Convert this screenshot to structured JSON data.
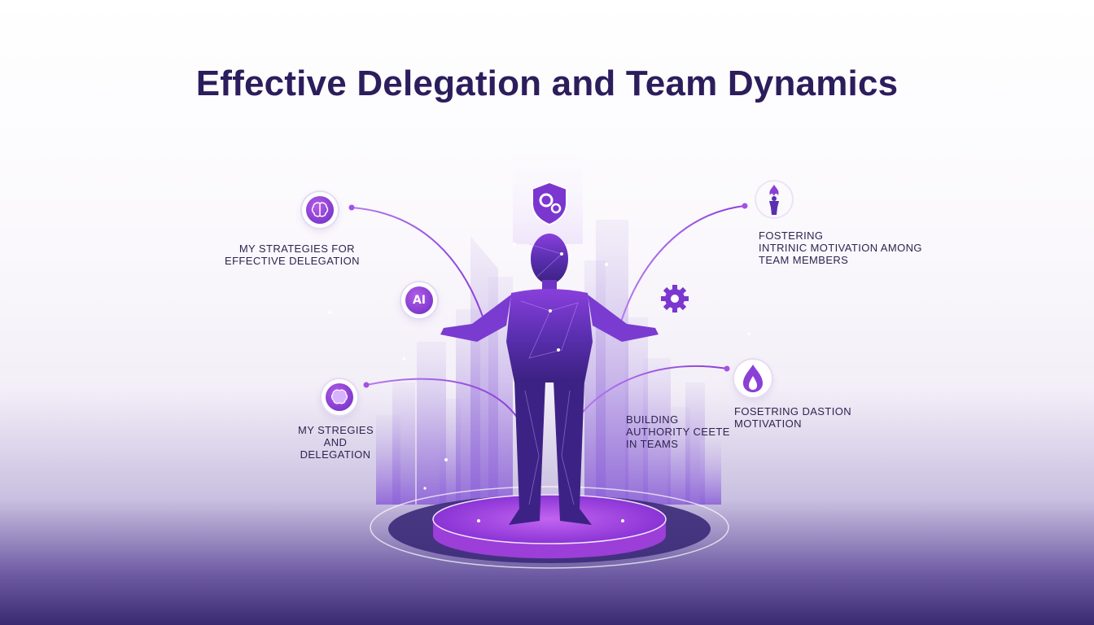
{
  "title": "Effective Delegation and Team Dynamics",
  "labels": {
    "top_left": [
      "MY STRATEGIES FOR",
      "EFFECTIVE DELEGATION"
    ],
    "bottom_left": [
      "MY STREGIES",
      "AND",
      "DELEGATION"
    ],
    "center_right": [
      "BUILDING",
      "AUTHORITY CEETE",
      "IN TEAMS"
    ],
    "top_right": [
      "FOSTERING",
      "INTRINIC MOTIVATION AMONG",
      "TEAM MEMBERS"
    ],
    "bottom_right": [
      "FOSETRING DASTION",
      "MOTIVATION"
    ]
  },
  "icons": {
    "top_left": "brain-icon",
    "mid_left": "ai-chip-icon",
    "bottom_left": "brain-icon",
    "top_center": "shield-gears-icon",
    "top_right": "torch-person-icon",
    "mid_right": "gear-icon",
    "bottom_right": "flame-drop-icon"
  },
  "ai_badge_text": "AI",
  "colors": {
    "title": "#2c1d5c",
    "accent": "#8a3fd6",
    "figure": "#5a2fb0",
    "platform": "#b04ee8"
  }
}
